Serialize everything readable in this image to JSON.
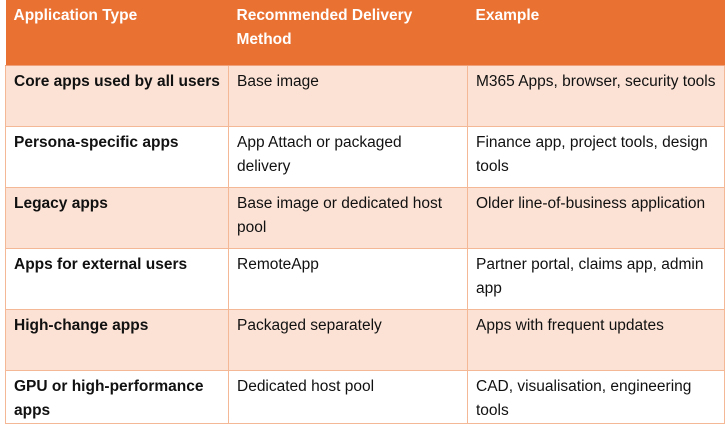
{
  "table": {
    "headers": [
      "Application Type",
      "Recommended Delivery Method",
      "Example"
    ],
    "rows": [
      [
        "Core apps used by all users",
        "Base image",
        "M365 Apps, browser, security tools"
      ],
      [
        "Persona-specific apps",
        "App Attach or packaged delivery",
        "Finance app, project tools, design tools"
      ],
      [
        "Legacy apps",
        "Base image or dedicated host pool",
        "Older line-of-business application"
      ],
      [
        "Apps for external users",
        "RemoteApp",
        "Partner portal, claims app, admin app"
      ],
      [
        "High-change apps",
        "Packaged separately",
        "Apps with frequent updates"
      ],
      [
        "GPU or high-performance apps",
        "Dedicated host pool",
        "CAD, visualisation, engineering tools"
      ]
    ]
  },
  "colors": {
    "header_bg": "#e97132",
    "header_text": "#ffffff",
    "band_bg": "#fbe2d5",
    "border": "#f4b897"
  }
}
